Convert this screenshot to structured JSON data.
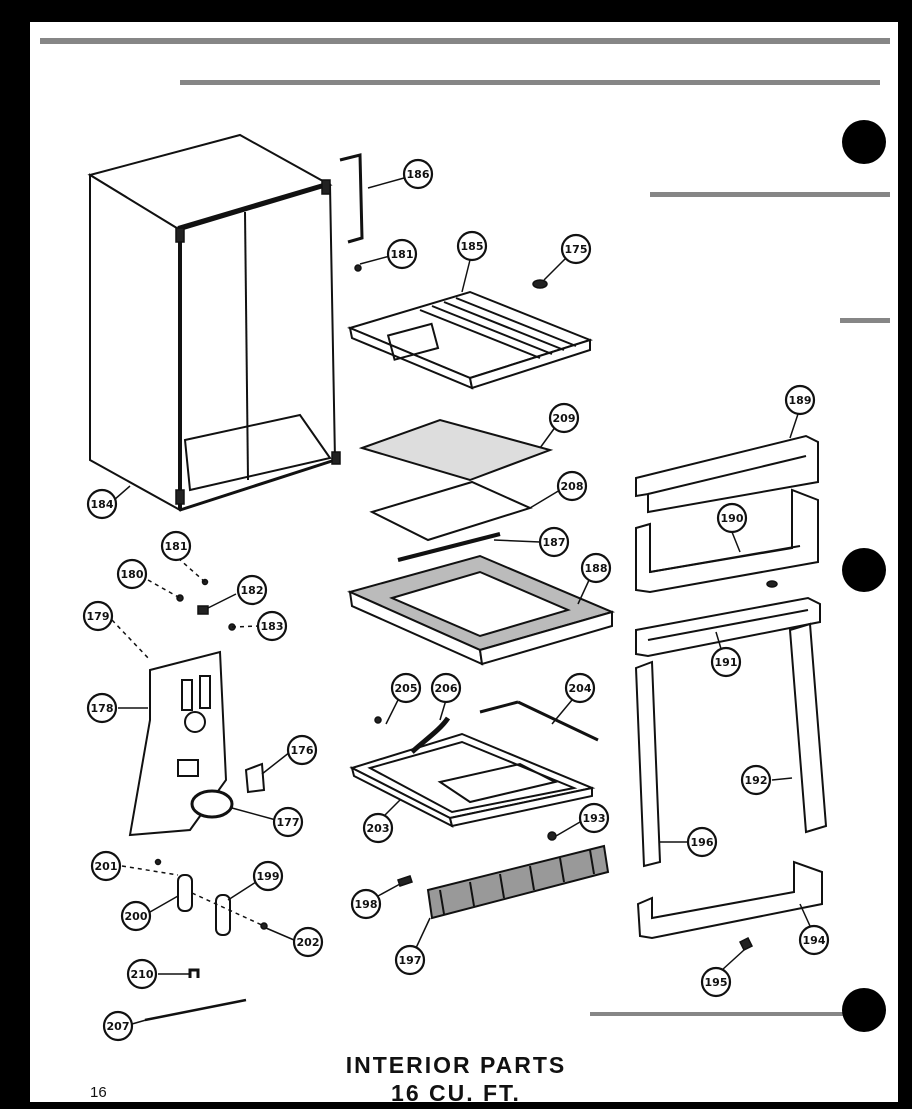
{
  "title": {
    "line1": "INTERIOR PARTS",
    "line2": "16 CU. FT."
  },
  "page_number": "16",
  "callouts": [
    {
      "id": "c-186-top",
      "label": "186"
    },
    {
      "id": "c-181-top",
      "label": "181"
    },
    {
      "id": "c-185",
      "label": "185"
    },
    {
      "id": "c-175",
      "label": "175"
    },
    {
      "id": "c-209",
      "label": "209"
    },
    {
      "id": "c-208",
      "label": "208"
    },
    {
      "id": "c-187",
      "label": "187"
    },
    {
      "id": "c-188",
      "label": "188"
    },
    {
      "id": "c-184",
      "label": "184"
    },
    {
      "id": "c-181-mid",
      "label": "181"
    },
    {
      "id": "c-180-mid",
      "label": "180"
    },
    {
      "id": "c-182-mid",
      "label": "182"
    },
    {
      "id": "c-183",
      "label": "183"
    },
    {
      "id": "c-179-top",
      "label": "179"
    },
    {
      "id": "c-178",
      "label": "178"
    },
    {
      "id": "c-176",
      "label": "176"
    },
    {
      "id": "c-177",
      "label": "177"
    },
    {
      "id": "c-205",
      "label": "205"
    },
    {
      "id": "c-206",
      "label": "206"
    },
    {
      "id": "c-204",
      "label": "204"
    },
    {
      "id": "c-203",
      "label": "203"
    },
    {
      "id": "c-193",
      "label": "193"
    },
    {
      "id": "c-189",
      "label": "189"
    },
    {
      "id": "c-190",
      "label": "190"
    },
    {
      "id": "c-191",
      "label": "191"
    },
    {
      "id": "c-192",
      "label": "192"
    },
    {
      "id": "c-196",
      "label": "196"
    },
    {
      "id": "c-194",
      "label": "194"
    },
    {
      "id": "c-195",
      "label": "195"
    },
    {
      "id": "c-201",
      "label": "201"
    },
    {
      "id": "c-200",
      "label": "200"
    },
    {
      "id": "c-199",
      "label": "199"
    },
    {
      "id": "c-202",
      "label": "202"
    },
    {
      "id": "c-198",
      "label": "198"
    },
    {
      "id": "c-197",
      "label": "197"
    },
    {
      "id": "c-210",
      "label": "210"
    },
    {
      "id": "c-207",
      "label": "207"
    }
  ]
}
